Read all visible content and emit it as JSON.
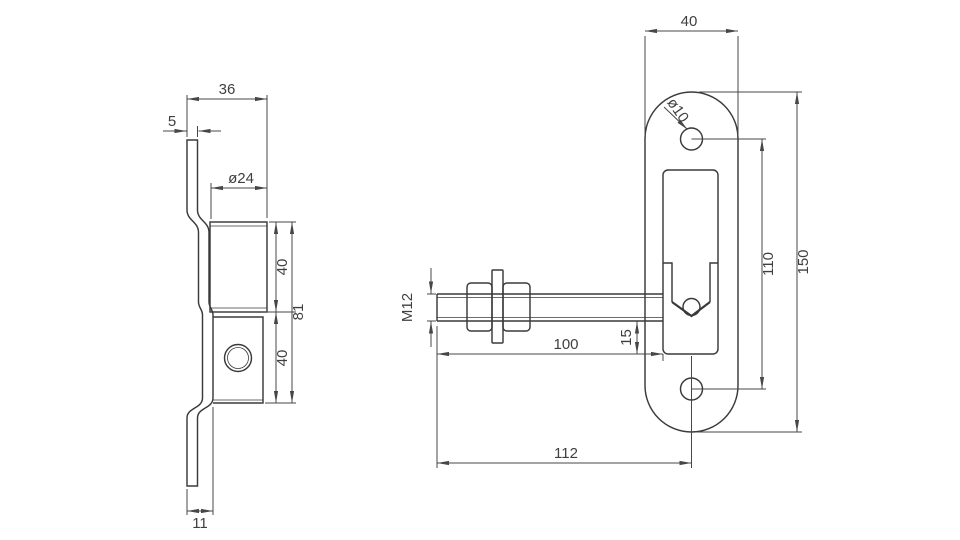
{
  "colors": {
    "background": "#ffffff",
    "part_line": "#3a3a3a",
    "dimension_line": "#474747",
    "text": "#3f3f3f"
  },
  "side_view": {
    "dims": {
      "overall_depth": "36",
      "plate_thickness": "5",
      "tube_diameter": "ø24",
      "tube_length": "40",
      "lower_length": "40",
      "overall_length": "81",
      "base_offset": "11"
    }
  },
  "front_view": {
    "dims": {
      "plate_width": "40",
      "hole_diameter": "ø10",
      "hole_spacing": "110",
      "plate_height": "150",
      "thread": "M12",
      "rod_length": "100",
      "rod_offset": "15",
      "overall_length": "112"
    }
  }
}
